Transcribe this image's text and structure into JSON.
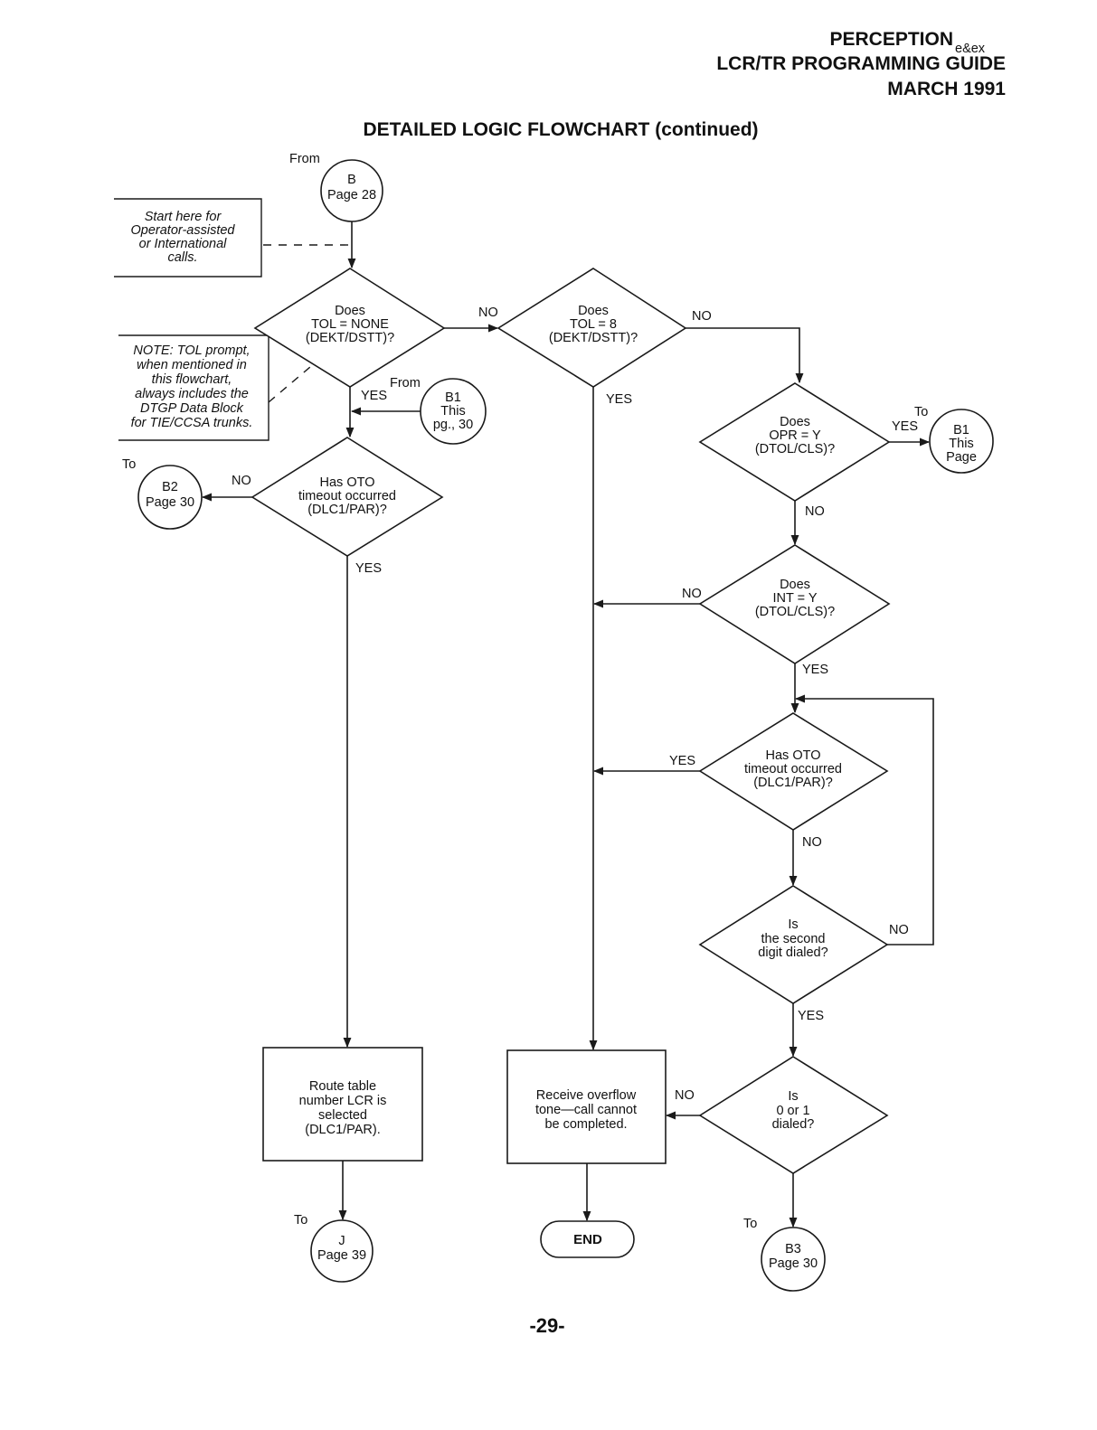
{
  "header": {
    "product": "PERCEPTION",
    "product_suffix": "e&ex",
    "guide": "LCR/TR PROGRAMMING GUIDE",
    "date": "MARCH 1991"
  },
  "title": "DETAILED LOGIC FLOWCHART (continued)",
  "page_number": "-29-",
  "notes": {
    "start": [
      "Start here for",
      "Operator-assisted",
      "or International",
      "calls."
    ],
    "tol": [
      "NOTE: TOL prompt,",
      "when mentioned in",
      "this flowchart,",
      "always includes the",
      "DTGP Data Block",
      "for TIE/CCSA trunks."
    ]
  },
  "connectors": {
    "from_b": {
      "prefix": "From",
      "lines": [
        "B",
        "Page 28"
      ]
    },
    "from_b1": {
      "prefix": "From",
      "lines": [
        "B1",
        "This",
        "pg., 30"
      ]
    },
    "to_b1": {
      "prefix": "To",
      "lines": [
        "B1",
        "This",
        "Page"
      ]
    },
    "to_b2": {
      "prefix": "To",
      "lines": [
        "B2",
        "Page 30"
      ]
    },
    "to_j": {
      "prefix": "To",
      "lines": [
        "J",
        "Page 39"
      ]
    },
    "to_b3": {
      "prefix": "To",
      "lines": [
        "B3",
        "Page 30"
      ]
    }
  },
  "decisions": {
    "tol_none": [
      "Does",
      "TOL = NONE",
      "(DEKT/DSTT)?"
    ],
    "tol_8": [
      "Does",
      "TOL = 8",
      "(DEKT/DSTT)?"
    ],
    "opr_y": [
      "Does",
      "OPR = Y",
      "(DTOL/CLS)?"
    ],
    "oto_left": [
      "Has OTO",
      "timeout occurred",
      "(DLC1/PAR)?"
    ],
    "int_y": [
      "Does",
      "INT = Y",
      "(DTOL/CLS)?"
    ],
    "oto_right": [
      "Has OTO",
      "timeout occurred",
      "(DLC1/PAR)?"
    ],
    "second_digit": [
      "Is",
      "the second",
      "digit dialed?"
    ],
    "zero_one": [
      "Is",
      "0 or 1",
      "dialed?"
    ]
  },
  "processes": {
    "route_table": [
      "Route table",
      "number LCR is",
      "selected",
      "(DLC1/PAR)."
    ],
    "overflow": [
      "Receive overflow",
      "tone—call cannot",
      "be completed."
    ]
  },
  "terminal": {
    "end": "END"
  },
  "edge_labels": {
    "yes": "YES",
    "no": "NO"
  }
}
